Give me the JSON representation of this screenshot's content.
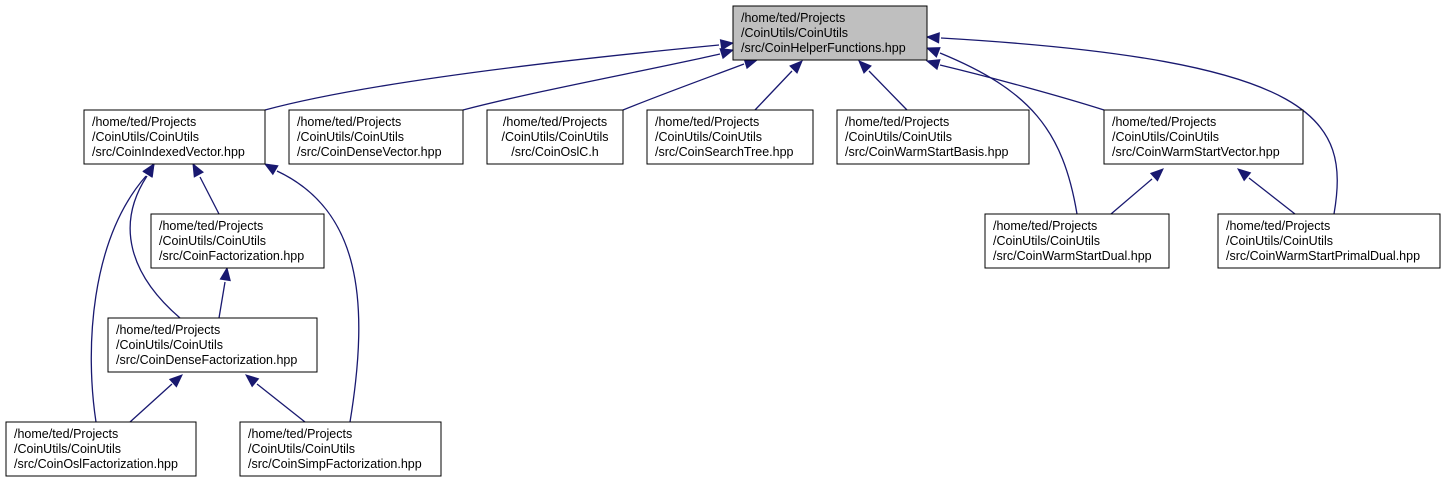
{
  "colors": {
    "edge": "#191970",
    "root_fill": "#bfbfbf",
    "node_fill": "#ffffff",
    "node_border": "#000000"
  },
  "nodes": [
    {
      "id": "root",
      "lines": [
        "/home/ted/Projects",
        "/CoinUtils/CoinUtils",
        "/src/CoinHelperFunctions.hpp"
      ],
      "highlight": true
    },
    {
      "id": "indexed",
      "lines": [
        "/home/ted/Projects",
        "/CoinUtils/CoinUtils",
        "/src/CoinIndexedVector.hpp"
      ]
    },
    {
      "id": "dense",
      "lines": [
        "/home/ted/Projects",
        "/CoinUtils/CoinUtils",
        "/src/CoinDenseVector.hpp"
      ]
    },
    {
      "id": "osic",
      "lines": [
        "/home/ted/Projects",
        "/CoinUtils/CoinUtils",
        "/src/CoinOslC.h"
      ]
    },
    {
      "id": "search",
      "lines": [
        "/home/ted/Projects",
        "/CoinUtils/CoinUtils",
        "/src/CoinSearchTree.hpp"
      ]
    },
    {
      "id": "basis",
      "lines": [
        "/home/ted/Projects",
        "/CoinUtils/CoinUtils",
        "/src/CoinWarmStartBasis.hpp"
      ]
    },
    {
      "id": "wsvector",
      "lines": [
        "/home/ted/Projects",
        "/CoinUtils/CoinUtils",
        "/src/CoinWarmStartVector.hpp"
      ]
    },
    {
      "id": "factor",
      "lines": [
        "/home/ted/Projects",
        "/CoinUtils/CoinUtils",
        "/src/CoinFactorization.hpp"
      ]
    },
    {
      "id": "densefactor",
      "lines": [
        "/home/ted/Projects",
        "/CoinUtils/CoinUtils",
        "/src/CoinDenseFactorization.hpp"
      ]
    },
    {
      "id": "oslfactor",
      "lines": [
        "/home/ted/Projects",
        "/CoinUtils/CoinUtils",
        "/src/CoinOslFactorization.hpp"
      ]
    },
    {
      "id": "simpfactor",
      "lines": [
        "/home/ted/Projects",
        "/CoinUtils/CoinUtils",
        "/src/CoinSimpFactorization.hpp"
      ]
    },
    {
      "id": "wsdual",
      "lines": [
        "/home/ted/Projects",
        "/CoinUtils/CoinUtils",
        "/src/CoinWarmStartDual.hpp"
      ]
    },
    {
      "id": "wsprimaldual",
      "lines": [
        "/home/ted/Projects",
        "/CoinUtils/CoinUtils",
        "/src/CoinWarmStartPrimalDual.hpp"
      ]
    }
  ],
  "edges": [
    {
      "from": "indexed",
      "to": "root"
    },
    {
      "from": "dense",
      "to": "root"
    },
    {
      "from": "osic",
      "to": "root"
    },
    {
      "from": "search",
      "to": "root"
    },
    {
      "from": "basis",
      "to": "root"
    },
    {
      "from": "wsvector",
      "to": "root"
    },
    {
      "from": "wsdual",
      "to": "root"
    },
    {
      "from": "wsprimaldual",
      "to": "root"
    },
    {
      "from": "factor",
      "to": "indexed"
    },
    {
      "from": "densefactor",
      "to": "indexed"
    },
    {
      "from": "oslfactor",
      "to": "indexed"
    },
    {
      "from": "simpfactor",
      "to": "indexed"
    },
    {
      "from": "densefactor",
      "to": "factor"
    },
    {
      "from": "oslfactor",
      "to": "densefactor"
    },
    {
      "from": "simpfactor",
      "to": "densefactor"
    },
    {
      "from": "wsdual",
      "to": "wsvector"
    },
    {
      "from": "wsprimaldual",
      "to": "wsvector"
    }
  ]
}
